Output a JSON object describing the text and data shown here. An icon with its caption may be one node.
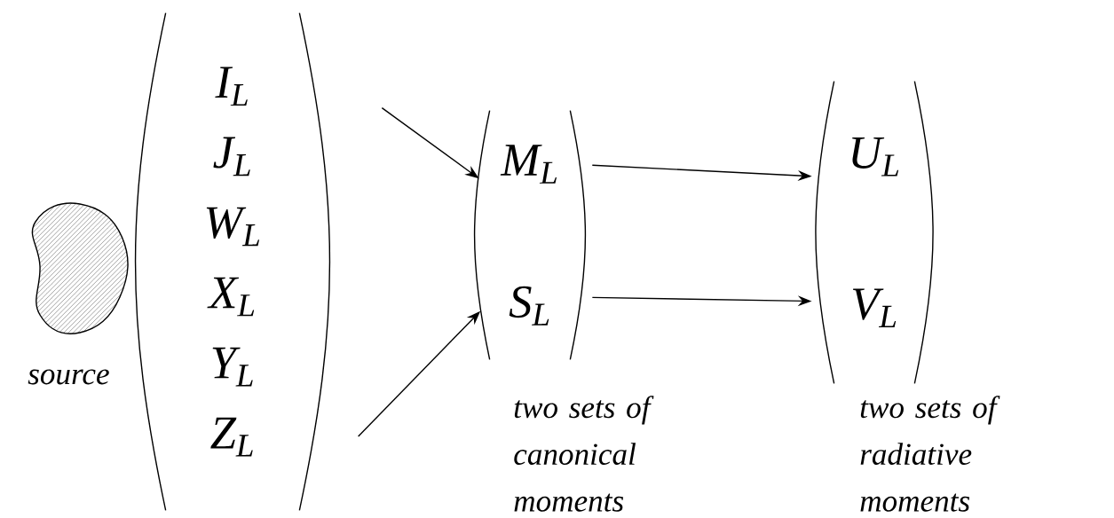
{
  "diagram": {
    "nodes": [
      {
        "text": [],
        "shape": "blob"
      },
      {
        "text": [
          "I$_{L}$",
          "J$_{L}$",
          "W$_{L}$",
          "X$_{L}$",
          "Y$_{L}$",
          "Z$_{L}$"
        ]
      },
      {
        "text": [
          "M$_{L}$",
          "S$_{L}$"
        ],
        "beside": [
          "two sets of canonical moments"
        ]
      },
      {
        "text": [
          "U$_{L}$",
          "V$_{L}$"
        ],
        "beside": [
          "two sets of radiative moments"
        ]
      }
    ],
    "edges": [
      {
        "from": 1,
        "to": 2,
        "arrow": "to"
      },
      {
        "from": 1,
        "to": 2,
        "arrow": "to"
      },
      {
        "from": 2,
        "to": 3,
        "arrow": "to"
      },
      {
        "from": 2,
        "to": 3,
        "arrow": "to"
      }
    ],
    "labels": [
      "source"
    ]
  }
}
